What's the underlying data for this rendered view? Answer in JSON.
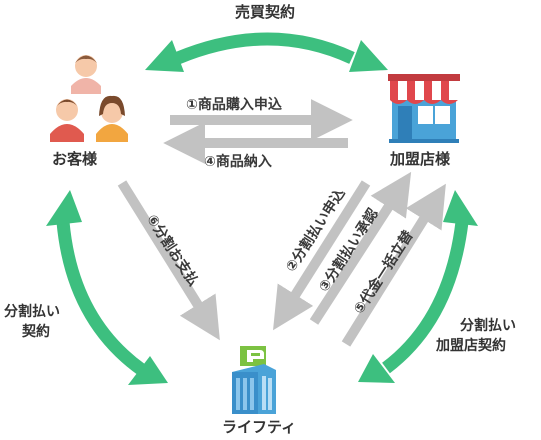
{
  "nodes": {
    "customer": {
      "label": "お客様"
    },
    "store": {
      "label": "加盟店様"
    },
    "lifety": {
      "label": "ライフティ"
    }
  },
  "contracts": {
    "sales": "売買契約",
    "installment": [
      "分割払い",
      "契約"
    ],
    "merchant": [
      "分割払い",
      "加盟店契約"
    ]
  },
  "flows": {
    "f1": "①商品購入申込",
    "f4": "④商品納入",
    "f6": "⑥分割お支払",
    "f2": "②分割払い申込",
    "f3": "③分割払い承認",
    "f5": "⑤代金一括立替"
  },
  "colors": {
    "green_arrow": "#3dbf7f",
    "gray_arrow": "#c2c2c2",
    "awning_red": "#e0474c",
    "building_blue": "#4aa3d8",
    "logo_green": "#7cc242"
  }
}
